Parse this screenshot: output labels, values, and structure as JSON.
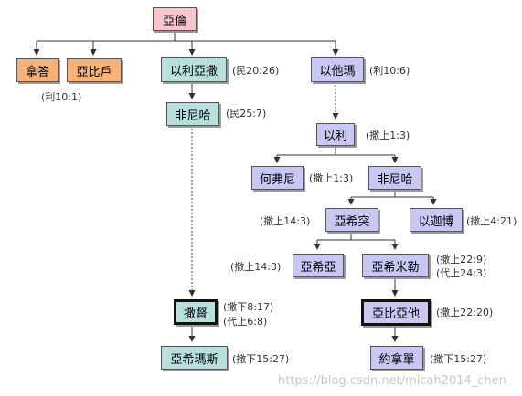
{
  "nodes": {
    "aaron": "亞倫",
    "nadab": "拿答",
    "abihu": "亞比戶",
    "eleazar": "以利亞撒",
    "ithamar": "以他瑪",
    "phinehas1": "非尼哈",
    "eli": "以利",
    "hophni": "何弗尼",
    "phinehas2": "非尼哈",
    "ahitub": "亞希突",
    "ichabod": "以迦博",
    "ahijah": "亞希亞",
    "ahimelech": "亞希米勒",
    "zadok": "撒督",
    "abiathar": "亞比亞他",
    "ahimaaz": "亞希瑪斯",
    "jonathan": "約拿單"
  },
  "refs": {
    "nadab_abihu": "(利10:1)",
    "eleazar": "(民20:26)",
    "ithamar": "(利10:6)",
    "phinehas1": "(民25:7)",
    "eli": "(撒上1:3)",
    "hophni": "(撒上1:3)",
    "ahitub": "(撒上14:3)",
    "ichabod": "(撒上4:21)",
    "ahijah": "(撒上14:3)",
    "ahimelech_1": "(撒上22:9)",
    "ahimelech_2": "(代上24:3)",
    "zadok_1": "(撒下8:17)",
    "zadok_2": "(代上6:8)",
    "abiathar": "(撒上22:20)",
    "ahimaaz": "(撒下15:27)",
    "jonathan": "(撒下15:27)"
  },
  "watermark": "https://blog.csdn.net/micah2014_chen"
}
